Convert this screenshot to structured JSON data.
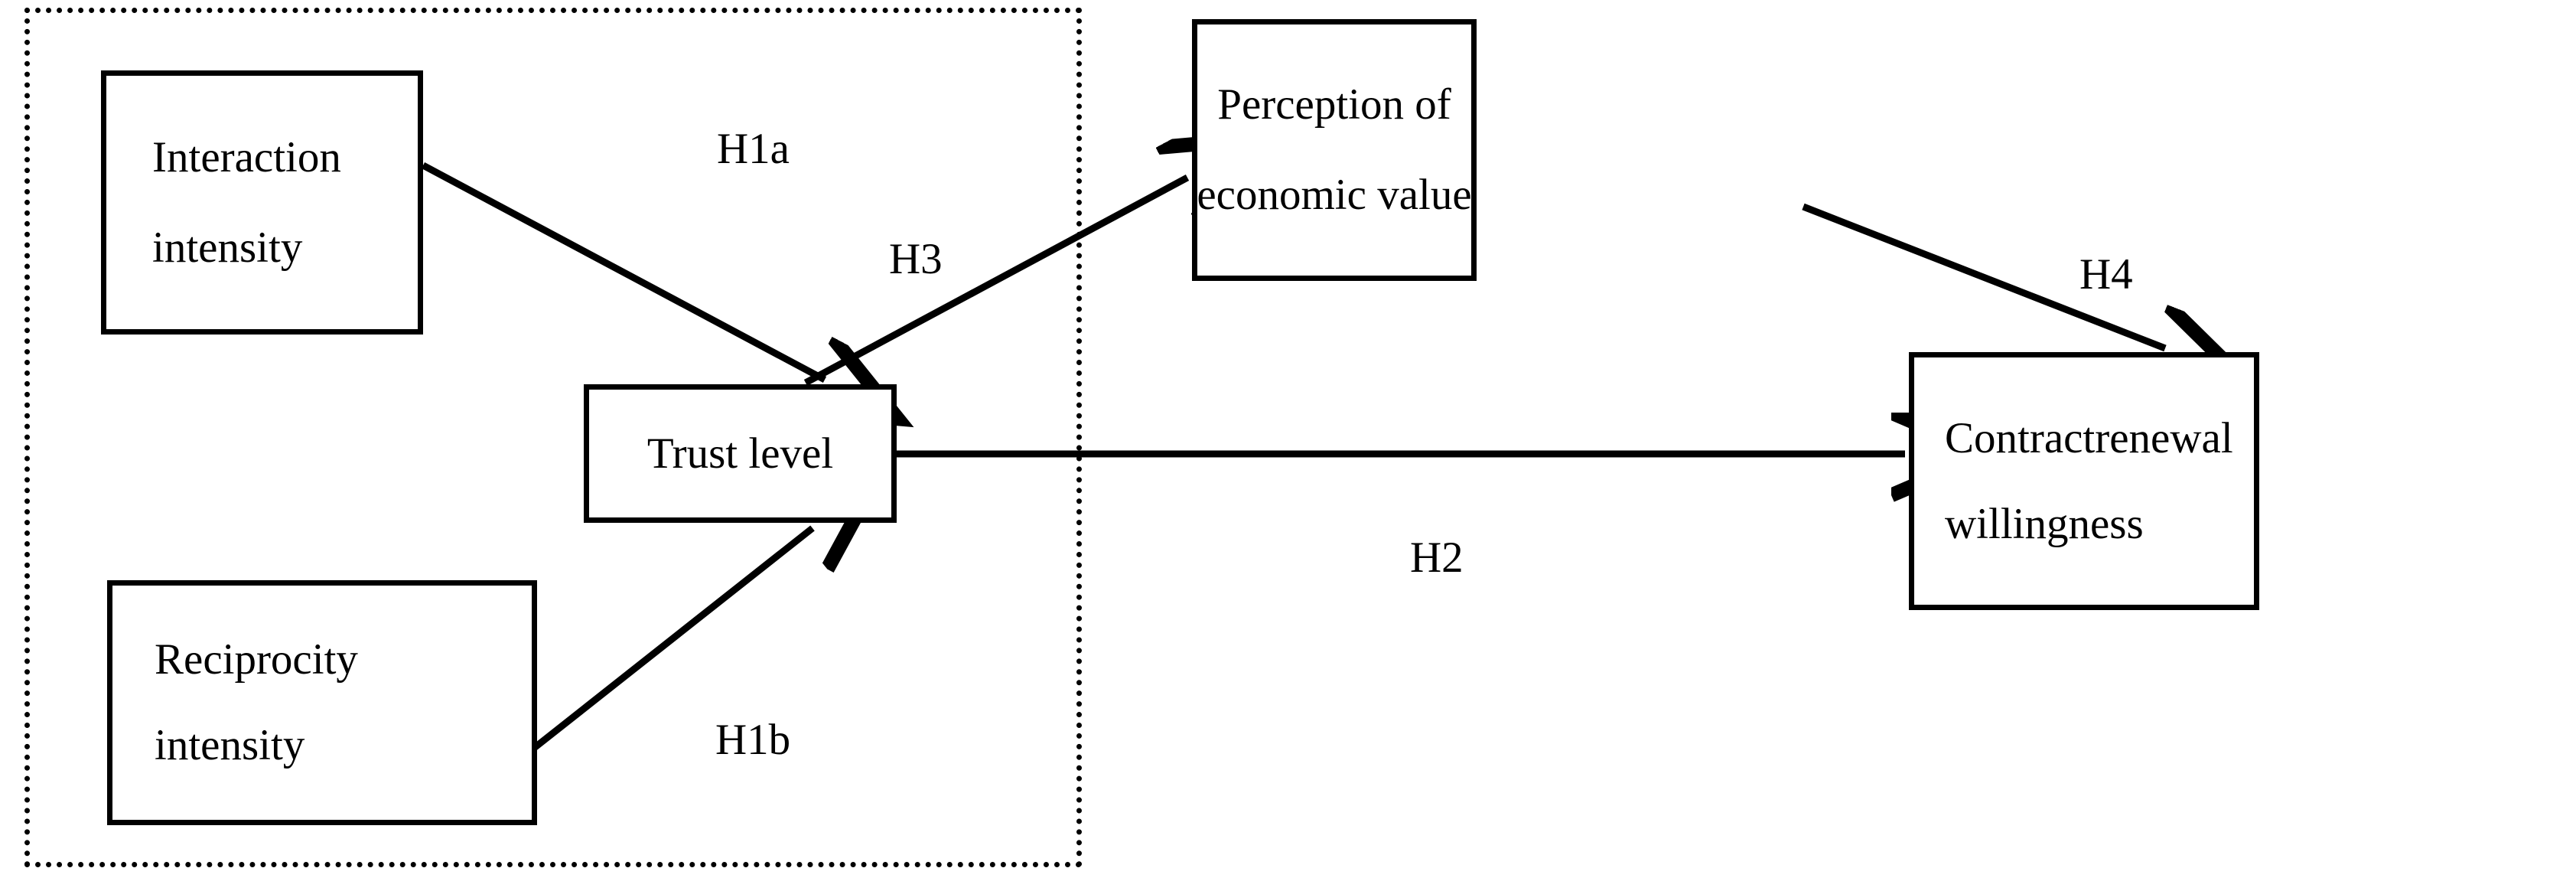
{
  "diagram": {
    "title": "Research model of trust, economic value perception and contract renewal willingness",
    "stroke_color": "#000000",
    "background_color": "#ffffff",
    "boundary": {
      "name": "relational-embedding-boundary",
      "style": "dotted"
    },
    "nodes": [
      {
        "id": "interaction-intensity",
        "lines": [
          "Interaction",
          "intensity"
        ]
      },
      {
        "id": "reciprocity-intensity",
        "lines": [
          "Reciprocity",
          "intensity"
        ]
      },
      {
        "id": "trust-level",
        "lines": [
          "Trust level"
        ]
      },
      {
        "id": "perception-economic-value",
        "lines": [
          "Perception of",
          "economic value"
        ]
      },
      {
        "id": "contract-renewal-willingness",
        "lines": [
          "Contract",
          "renewal",
          "willingness"
        ]
      }
    ],
    "edges": [
      {
        "id": "h1a",
        "label": "H1a",
        "from": "interaction-intensity",
        "to": "trust-level",
        "arrow": true
      },
      {
        "id": "h1b",
        "label": "H1b",
        "from": "reciprocity-intensity",
        "to": "trust-level",
        "arrow": true
      },
      {
        "id": "h2",
        "label": "H2",
        "from": "trust-level",
        "to": "contract-renewal-willingness",
        "arrow": true
      },
      {
        "id": "h3",
        "label": "H3",
        "from": "trust-level",
        "to": "perception-economic-value",
        "arrow": true
      },
      {
        "id": "h4",
        "label": "H4",
        "from": "perception-economic-value",
        "to": "contract-renewal-willingness",
        "arrow": true
      }
    ]
  },
  "nodes": {
    "interaction_intensity": {
      "line1": "Interaction",
      "line2": "intensity"
    },
    "reciprocity_intensity": {
      "line1": "Reciprocity",
      "line2": "intensity"
    },
    "trust_level": {
      "line1": "Trust level"
    },
    "perception_economic_value": {
      "line1": "Perception of",
      "line2": "economic value"
    },
    "contract_renewal_willingness": {
      "word1": "Contract",
      "word2": "renewal",
      "line2": "willingness"
    }
  },
  "labels": {
    "h1a": "H1a",
    "h1b": "H1b",
    "h2": "H2",
    "h3": "H3",
    "h4": "H4"
  }
}
